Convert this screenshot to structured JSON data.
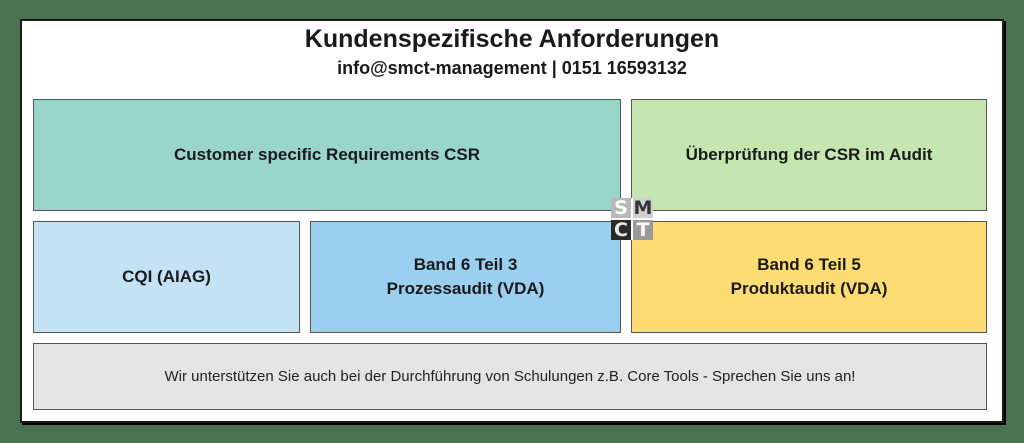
{
  "header": {
    "title": "Kundenspezifische Anforderungen",
    "subtitle": "info@smct-management | 0151 16593132"
  },
  "boxes": {
    "csr": {
      "label": "Customer specific Requirements CSR",
      "color": "#9ad5c9"
    },
    "audit_check": {
      "label": "Überprüfung der CSR im Audit",
      "color": "#c5e6b0"
    },
    "cqi": {
      "label": "CQI (AIAG)",
      "color": "#c3e3f5"
    },
    "band6_teil3": {
      "line1": "Band 6 Teil 3",
      "line2": "Prozessaudit (VDA)",
      "color": "#9acfef"
    },
    "band6_teil5": {
      "line1": "Band 6 Teil 5",
      "line2": "Produktaudit (VDA)",
      "color": "#fddc74"
    }
  },
  "footer": {
    "text": "Wir unterstützen Sie auch bei der Durchführung von Schulungen z.B. Core Tools - Sprechen Sie uns an!",
    "color": "#e4e4e4"
  },
  "logo": {
    "letters": [
      "S",
      "M",
      "C",
      "T"
    ]
  },
  "colors": {
    "page_background": "#4a7250",
    "card_background": "#ffffff"
  }
}
